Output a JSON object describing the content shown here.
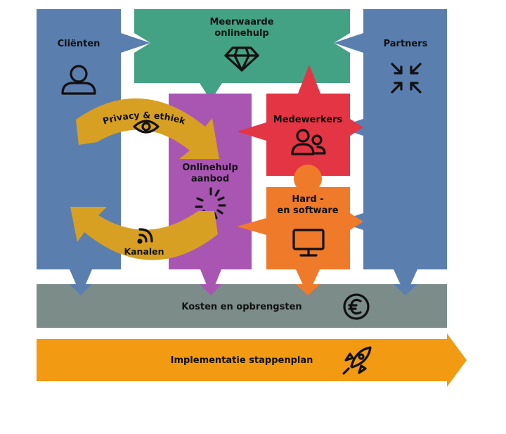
{
  "blocks": {
    "clienten": {
      "label": "Cliënten",
      "color": "#5a7fae",
      "icon": "user-icon"
    },
    "partners": {
      "label": "Partners",
      "color": "#5a7fae",
      "icon": "compress-arrows-icon"
    },
    "meerwaarde": {
      "line1": "Meerwaarde",
      "line2": "onlinehulp",
      "color": "#43a283",
      "icon": "diamond-icon"
    },
    "aanbod": {
      "line1": "Onlinehulp",
      "line2": "aanbod",
      "color": "#a956b3",
      "icon": "loading-spinner-icon"
    },
    "medewerkers": {
      "label": "Medewerkers",
      "color": "#e33543",
      "icon": "users-icon"
    },
    "hardware": {
      "line1": "Hard -",
      "line2": "en software",
      "color": "#ee7a2a",
      "icon": "monitor-icon"
    },
    "kosten": {
      "label": "Kosten en opbrengsten",
      "color": "#7b8c89",
      "icon": "euro-icon"
    },
    "implementatie": {
      "label": "Implementatie stappenplan",
      "color": "#f29a12",
      "icon": "rocket-icon"
    }
  },
  "cycle": {
    "privacy": {
      "label": "Privacy & ethiek",
      "icon": "eye-icon"
    },
    "kanalen": {
      "label": "Kanalen",
      "icon": "rss-icon"
    },
    "color": "#d7a023"
  }
}
